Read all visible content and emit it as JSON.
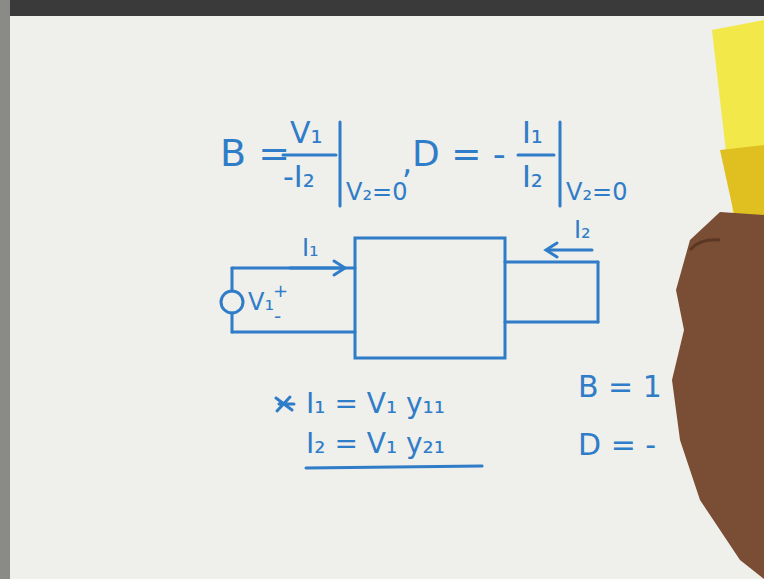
{
  "diagram": {
    "labels": [
      "B =",
      "V₁",
      "-I₂",
      "V₂=0",
      ",",
      "D = -",
      "I₁",
      "I₂",
      "V₂=0",
      "I₁",
      "V₁",
      "+",
      "-",
      "I₂",
      "I₁ = V₁ y₁₁",
      "I₂ = V₁ y₂₁",
      "B = 1",
      "D = -"
    ]
  }
}
